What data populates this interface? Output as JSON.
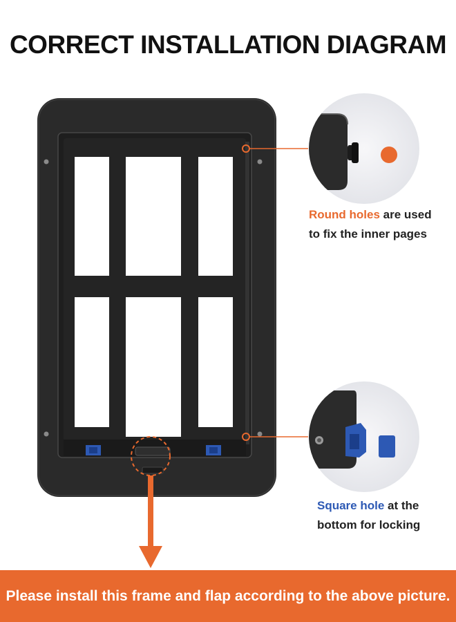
{
  "title": "CORRECT INSTALLATION DIAGRAM",
  "callouts": {
    "round": {
      "highlight": "Round holes",
      "text_1": " are used",
      "text_2": "to fix the inner pages"
    },
    "square": {
      "highlight": "Square hole",
      "text_1": " at the",
      "text_2": "bottom for locking"
    }
  },
  "banner": {
    "text": "Please install this frame and flap according to the above picture."
  },
  "colors": {
    "accent_orange": "#e8692e",
    "accent_blue": "#2d59b4",
    "frame": "#2a2a2a",
    "flap": "#1d1d1d",
    "background": "#ffffff"
  }
}
